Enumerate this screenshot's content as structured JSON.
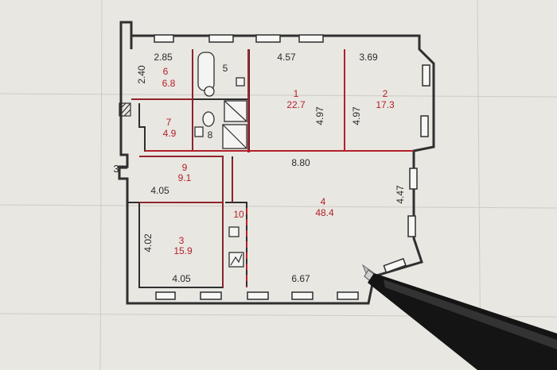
{
  "rooms": [
    {
      "id": "1",
      "area": "22.7"
    },
    {
      "id": "2",
      "area": "17.3"
    },
    {
      "id": "3",
      "area": "15.9"
    },
    {
      "id": "4",
      "area": "48.4"
    },
    {
      "id": "5",
      "area": ""
    },
    {
      "id": "6",
      "area": "6.8"
    },
    {
      "id": "7",
      "area": "4.9"
    },
    {
      "id": "8",
      "area": ""
    },
    {
      "id": "9",
      "area": "9.1"
    },
    {
      "id": "10",
      "area": ""
    }
  ],
  "dimensions": {
    "room6_width": "2.85",
    "room6_height": "2.40",
    "room1_width": "4.57",
    "room2_width": "3.69",
    "room1_height": "4.97",
    "room2_height": "4.97",
    "corridor_length": "8.80",
    "room4_height": "4.47",
    "room9_width": "4.05",
    "room3_height": "4.02",
    "room3_width": "4.05",
    "room4_width": "6.67",
    "side_marker": "3"
  },
  "colors": {
    "paper": "#e9e7e2",
    "annotation_red": "#b3202a",
    "wall": "#2f2f2f",
    "pen_body": "#141414"
  }
}
